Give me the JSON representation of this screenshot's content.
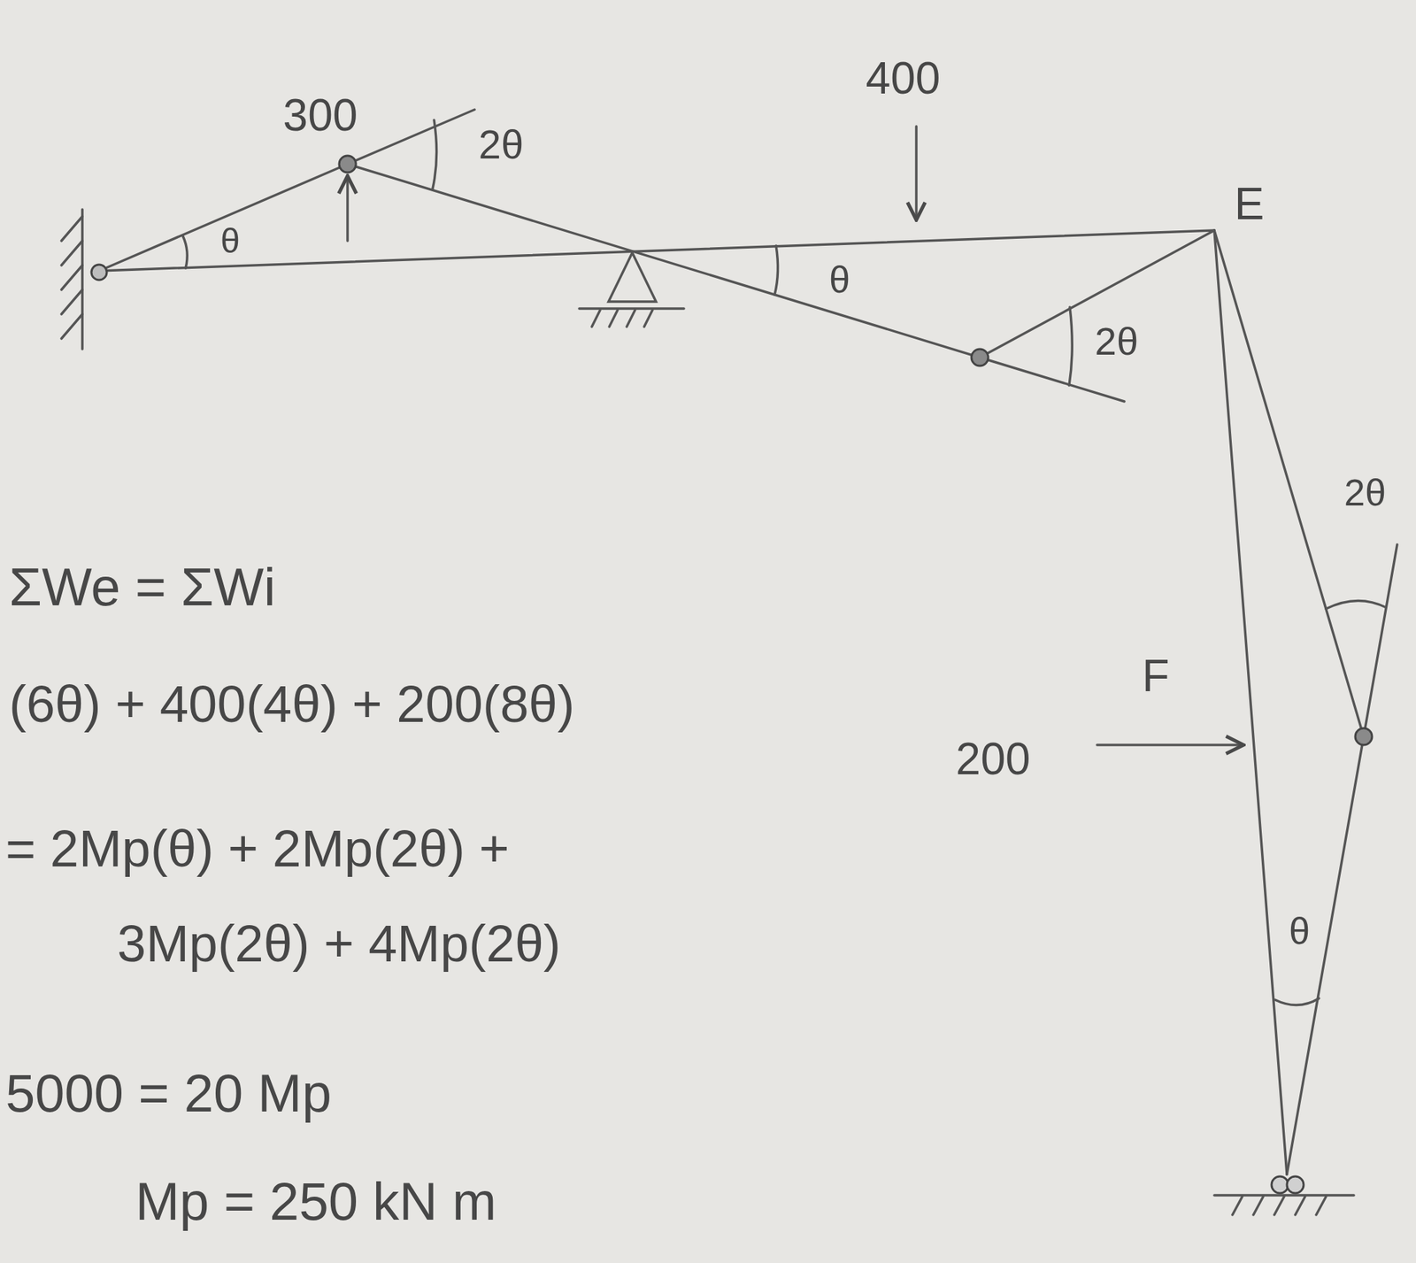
{
  "diagram": {
    "labels": [
      "300",
      "2θ",
      "400",
      "E",
      "θ",
      "θ",
      "2θ",
      "ΣWe = ΣWi",
      "2θ",
      "(6θ) + 400(4θ) + 200(8θ)",
      "F",
      "200",
      "= 2Mp(θ) + 2Mp(2θ) +",
      "3Mp(2θ) + 4Mp(2θ)",
      "θ",
      "5000 = 20 Mp",
      "Mp = 250 kN m"
    ]
  }
}
